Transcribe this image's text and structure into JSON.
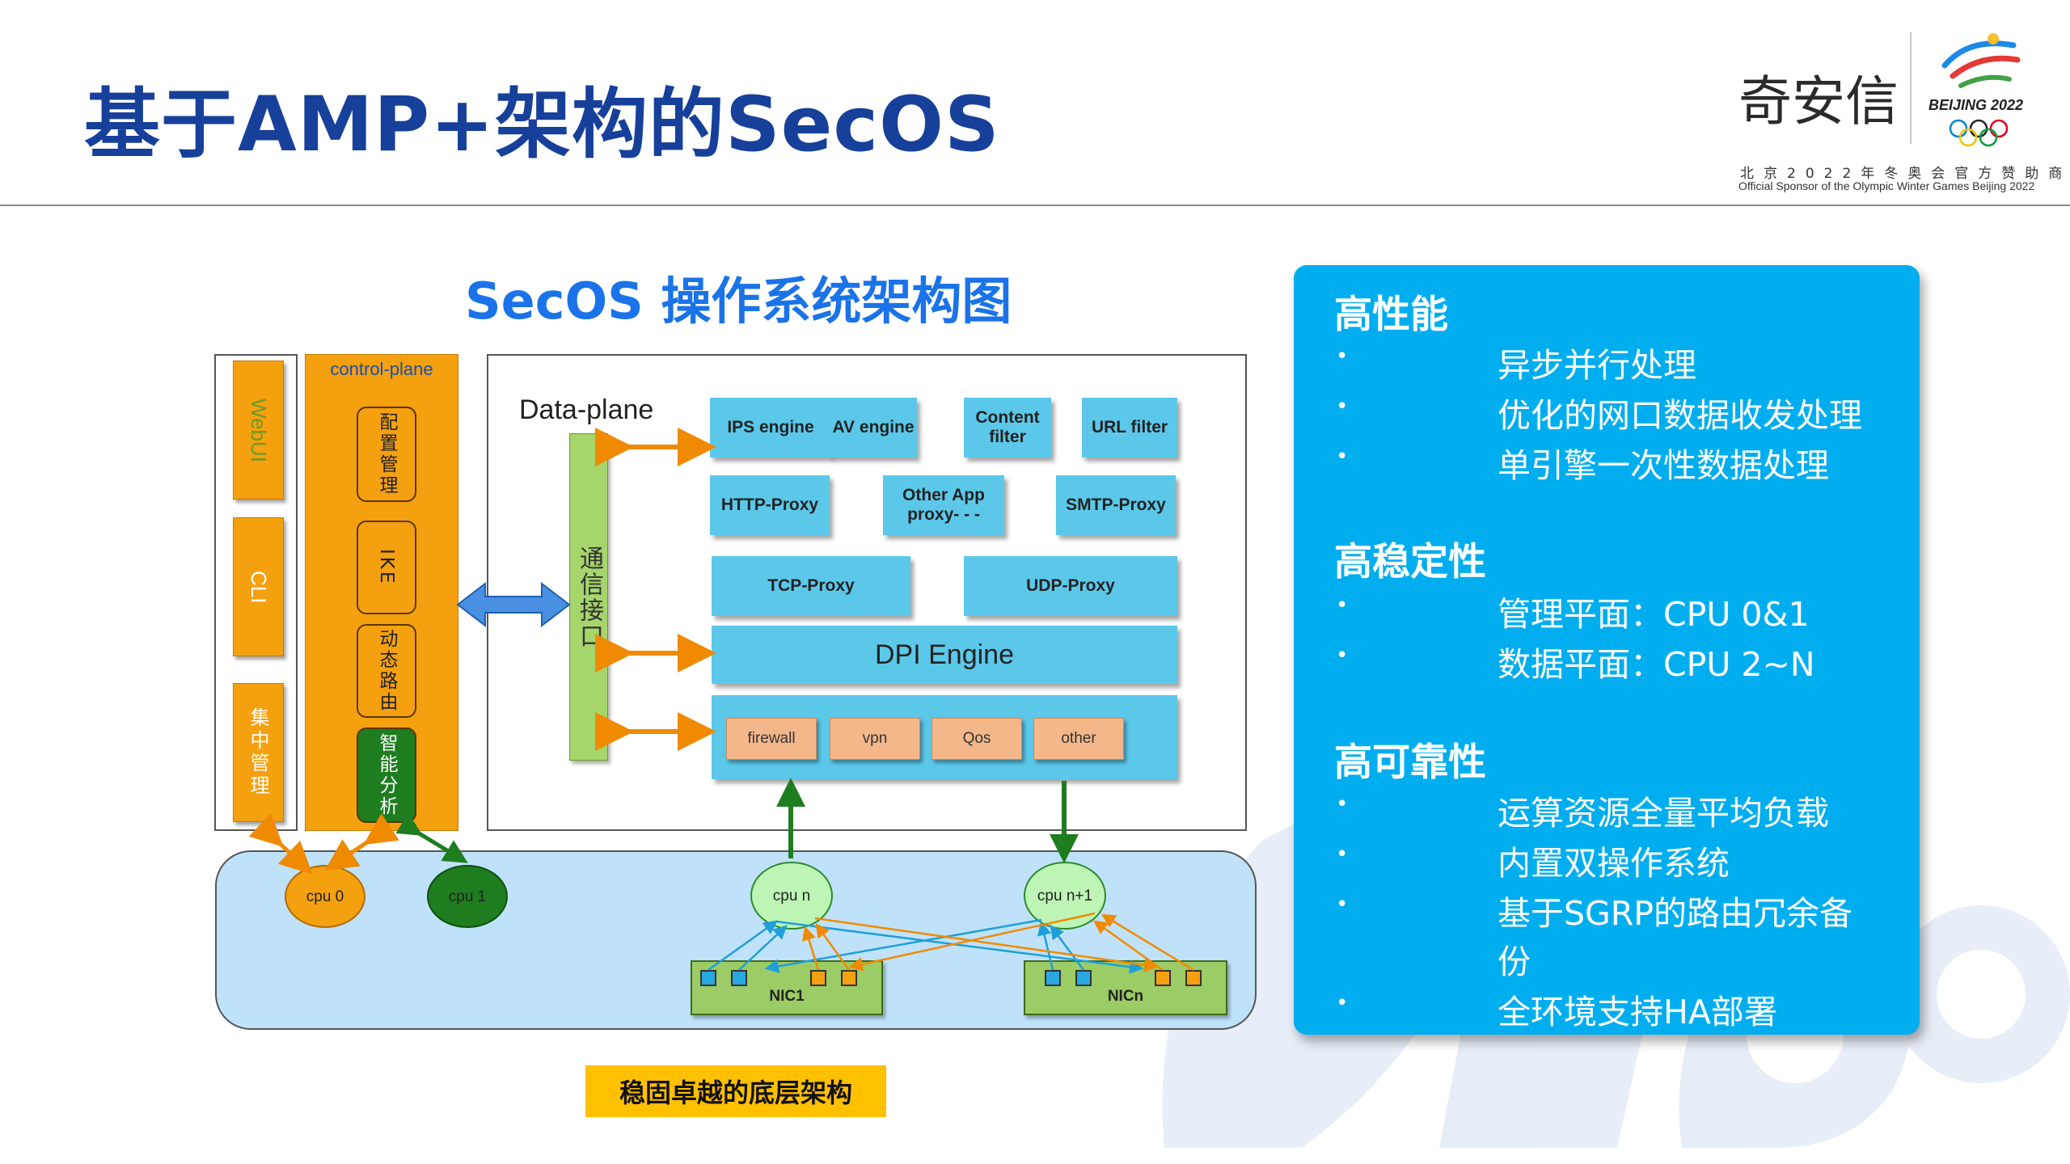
{
  "header": {
    "title": "基于AMP+架构的SecOS",
    "brand_cn": "奇安信",
    "beijing_mark": "BEIJING 2022",
    "sponsor_cn": "北京2022年冬奥会官方赞助商",
    "sponsor_en": "Official Sponsor of the Olympic Winter Games Beijing 2022"
  },
  "diagram": {
    "title": "SecOS 操作系统架构图",
    "left_column": [
      "WebUI",
      "CLI",
      "集中管理"
    ],
    "control_plane": {
      "label": "control-plane",
      "items": [
        "配置管理",
        "IKE",
        "动态路由",
        "智能分析"
      ]
    },
    "data_plane": {
      "label": "Data-plane",
      "interface": "通信接口",
      "engines": [
        "IPS engine",
        "AV engine",
        "Content filter",
        "URL filter"
      ],
      "proxies": [
        "HTTP-Proxy",
        "Other App proxy- - -",
        "SMTP-Proxy"
      ],
      "transport": [
        "TCP-Proxy",
        "UDP-Proxy"
      ],
      "dpi": "DPI Engine",
      "modules": [
        "firewall",
        "vpn",
        "Qos",
        "other"
      ]
    },
    "hardware": {
      "cpus": [
        "cpu 0",
        "cpu 1",
        "cpu n",
        "cpu n+1"
      ],
      "nics": [
        "NIC1",
        "NICn"
      ]
    },
    "caption": "稳固卓越的底层架构"
  },
  "features": [
    {
      "title": "高性能",
      "items": [
        "异步并行处理",
        "优化的网口数据收发处理",
        "单引擎一次性数据处理"
      ]
    },
    {
      "title": "高稳定性",
      "items": [
        "管理平面：CPU 0&1",
        "数据平面：CPU 2~N"
      ]
    },
    {
      "title": "高可靠性",
      "items": [
        "运算资源全量平均负载",
        "内置双操作系统",
        "基于SGRP的路由冗余备",
        "份",
        "全环境支持HA部署"
      ]
    }
  ],
  "bullet_char": "•",
  "colors": {
    "title_blue": "#16409a",
    "diagram_title_blue": "#1a73e8",
    "card_blue": "#00aeef",
    "control_orange": "#f5a00f",
    "caption_yellow": "#ffc000"
  }
}
